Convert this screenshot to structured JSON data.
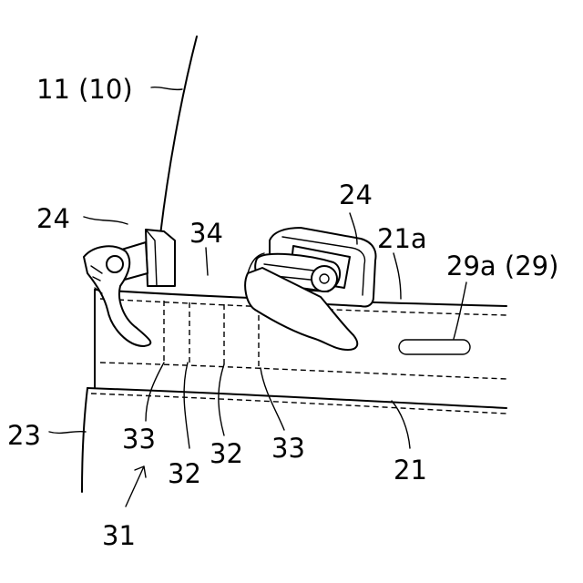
{
  "labels": {
    "l11": "11 (10)",
    "l24a": "24",
    "l24b": "24",
    "l34": "34",
    "l21a": "21a",
    "l29a": "29a (29)",
    "l23": "23",
    "l33a": "33",
    "l32a": "32",
    "l32b": "32",
    "l33b": "33",
    "l21": "21",
    "l31": "31"
  }
}
